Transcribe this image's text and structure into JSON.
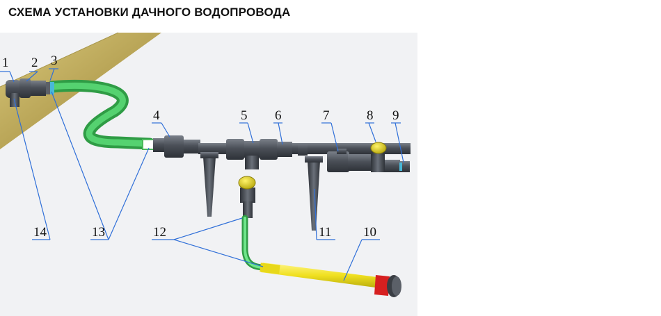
{
  "title": "СХЕМА УСТАНОВКИ ДАЧНОГО ВОДОПРОВОДА",
  "labels": [
    "1",
    "2",
    "3",
    "4",
    "5",
    "6",
    "7",
    "8",
    "9",
    "10",
    "11",
    "12",
    "13",
    "14"
  ],
  "colors": {
    "main_pipe": "#c2b061",
    "hose_green": "#3cc258",
    "fitting_dark": "#4a4f57",
    "tube_yellow": "#f3e52a",
    "cap_red": "#d62020",
    "leader_blue": "#2f6fd8",
    "background_panel": "#f0f1f3"
  }
}
